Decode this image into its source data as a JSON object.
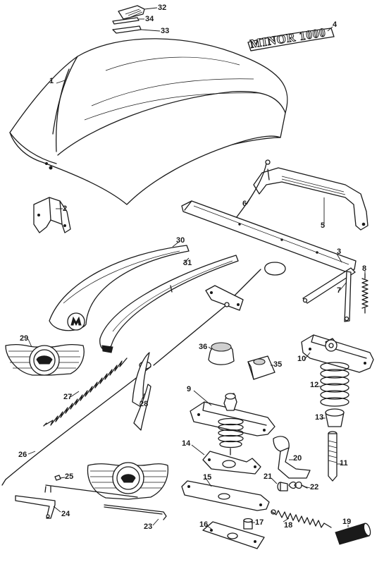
{
  "diagram": {
    "logo_text": "MINOR 1000",
    "parts": [
      {
        "name": "bonnet",
        "callout": "1"
      },
      {
        "name": "bracket",
        "callout": "2"
      },
      {
        "name": "rear-rail",
        "callout": "3"
      },
      {
        "name": "badge-script",
        "callout": "4"
      },
      {
        "name": "support-frame",
        "callout": "5"
      },
      {
        "name": "prop-rod",
        "callout": "6"
      },
      {
        "name": "hinge-arm",
        "callout": "7"
      },
      {
        "name": "spring",
        "callout": "8"
      },
      {
        "name": "catch-plate",
        "callout": "9"
      },
      {
        "name": "lock-plate",
        "callout": "10"
      },
      {
        "name": "pin",
        "callout": "11"
      },
      {
        "name": "lock-spring",
        "callout": "12"
      },
      {
        "name": "cup",
        "callout": "13"
      },
      {
        "name": "plate",
        "callout": "14"
      },
      {
        "name": "release-plate",
        "callout": "15"
      },
      {
        "name": "base-plate",
        "callout": "16"
      },
      {
        "name": "bush",
        "callout": "17"
      },
      {
        "name": "tension-spring",
        "callout": "18"
      },
      {
        "name": "sleeve",
        "callout": "19"
      },
      {
        "name": "safety-catch",
        "callout": "20"
      },
      {
        "name": "clevis-pin",
        "callout": "21"
      },
      {
        "name": "return-spring",
        "callout": "22"
      },
      {
        "name": "rod",
        "callout": "23"
      },
      {
        "name": "lever",
        "callout": "24"
      },
      {
        "name": "clip",
        "callout": "25"
      },
      {
        "name": "release-cable",
        "callout": "26"
      },
      {
        "name": "cable-spring",
        "callout": "27"
      },
      {
        "name": "mascot-badge",
        "callout": "28"
      },
      {
        "name": "front-badge",
        "callout": "29"
      },
      {
        "name": "motif",
        "callout": "30"
      },
      {
        "name": "side-strip",
        "callout": "31"
      },
      {
        "name": "clip-piece",
        "callout": "32"
      },
      {
        "name": "washer",
        "callout": "33"
      },
      {
        "name": "seal",
        "callout": "34"
      },
      {
        "name": "buffer",
        "callout": "35"
      },
      {
        "name": "stop",
        "callout": "36"
      }
    ]
  }
}
